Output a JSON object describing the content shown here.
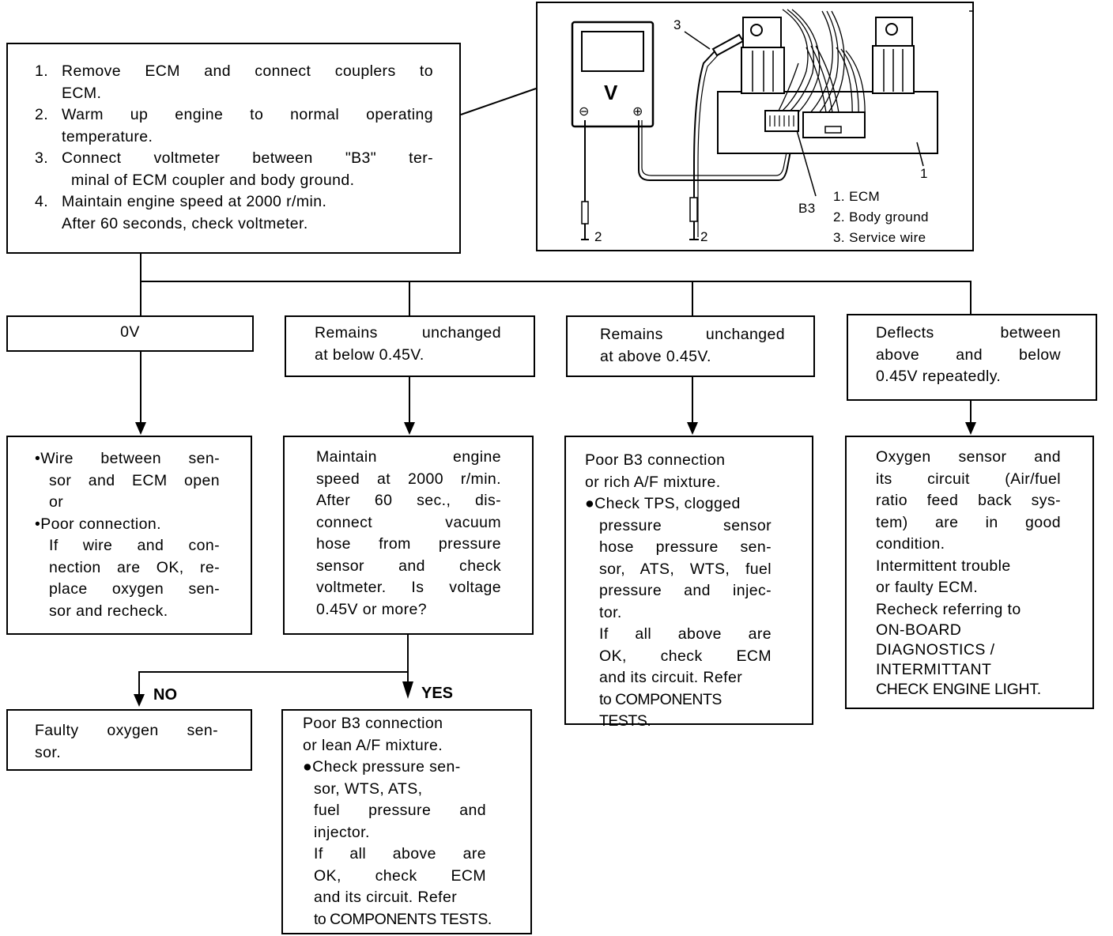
{
  "procedure": {
    "steps": [
      {
        "num": "1.",
        "lines": [
          "Remove ECM and connect couplers to",
          "ECM."
        ]
      },
      {
        "num": "2.",
        "lines": [
          "Warm up engine to normal operating",
          "temperature."
        ]
      },
      {
        "num": "3.",
        "lines": [
          "Connect voltmeter between \"B3\" ter-",
          "minal of ECM coupler and body ground."
        ]
      },
      {
        "num": "4.",
        "lines": [
          "Maintain engine speed at 2000 r/min.",
          "After 60 seconds, check voltmeter."
        ]
      }
    ]
  },
  "illustration": {
    "meter_symbol": "V",
    "minus": "⊖",
    "plus": "⊕",
    "callout_1": "1",
    "callout_2a": "2",
    "callout_2b": "2",
    "callout_3": "3",
    "b3": "B3",
    "legend": [
      "1.  ECM",
      "2.  Body ground",
      "3.  Service wire"
    ]
  },
  "results": {
    "ov": "0V",
    "below": [
      "Remains unchanged",
      "at below 0.45V."
    ],
    "above": [
      "Remains unchanged",
      "at above 0.45V."
    ],
    "deflects": [
      "Deflects between",
      "above and below",
      "0.45V repeatedly."
    ]
  },
  "actions": {
    "ov": [
      "•Wire between sen-",
      "sor and ECM open",
      "or",
      "•Poor connection.",
      "If wire and con-",
      "nection are OK, re-",
      "place oxygen sen-",
      "sor and recheck."
    ],
    "below": [
      "Maintain engine",
      "speed at 2000 r/min.",
      "After 60 sec., dis-",
      "connect vacuum",
      "hose from pressure",
      "sensor and check",
      "voltmeter. Is voltage",
      "0.45V or more?"
    ],
    "above": [
      "Poor B3 connection",
      "or rich A/F mixture.",
      "●Check TPS, clogged",
      "pressure sensor",
      "hose pressure sen-",
      "sor, ATS, WTS, fuel",
      "pressure and injec-",
      "tor.",
      "If all above are",
      "OK, check ECM",
      "and its circuit. Refer",
      "to COMPONENTS TESTS."
    ],
    "deflects": [
      "Oxygen sensor and",
      "its circuit (Air/fuel",
      "ratio feed back sys-",
      "tem) are in good",
      "condition.",
      "Intermittent trouble",
      "or faulty ECM.",
      "Recheck referring to",
      "ON-BOARD",
      "DIAGNOSTICS /",
      "INTERMITTANT",
      "CHECK ENGINE LIGHT."
    ]
  },
  "branch": {
    "no_label": "NO",
    "yes_label": "YES",
    "no_result": [
      "Faulty oxygen sen-",
      "sor."
    ],
    "yes_result": [
      "Poor B3 connection",
      "or lean A/F mixture.",
      "●Check pressure sen-",
      "sor, WTS, ATS,",
      "fuel pressure and",
      "injector.",
      "If all above are",
      "OK, check ECM",
      "and its circuit. Refer",
      "to COMPONENTS TESTS."
    ]
  }
}
